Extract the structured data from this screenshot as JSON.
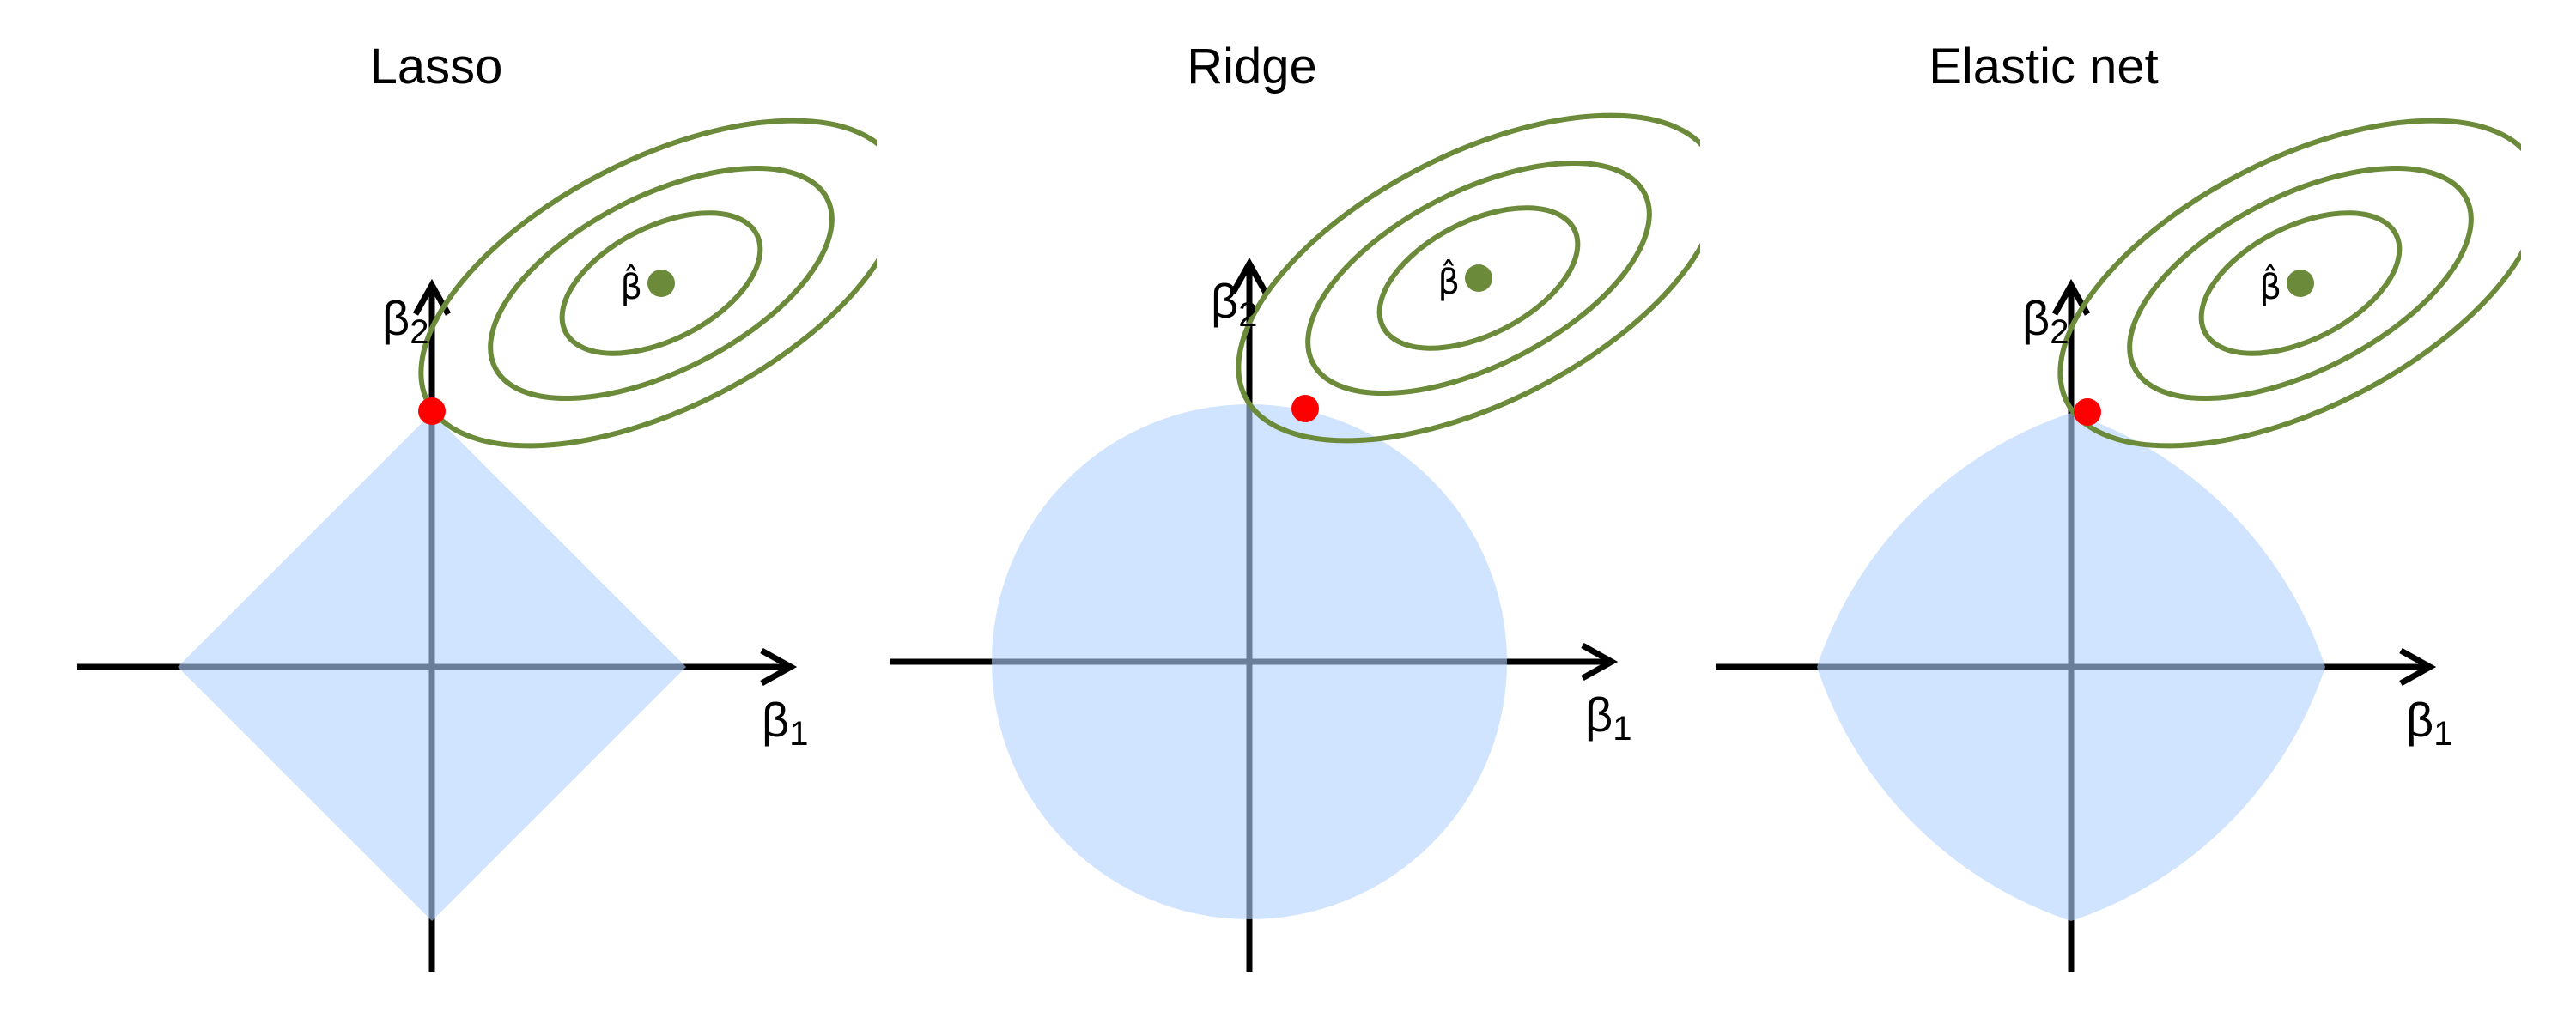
{
  "colors": {
    "constraint_fill": "#b0d1ff",
    "contour": "#6b8a3a",
    "estimate": "#6b8a3a",
    "solution_point": "#ff0000",
    "axis": "#000000",
    "background": "#ffffff"
  },
  "panels": [
    {
      "title": "Lasso",
      "shape": "l1-diamond",
      "x_axis": {
        "symbol": "β",
        "sub": "1"
      },
      "y_axis": {
        "symbol": "β",
        "sub": "2"
      },
      "estimate_label": "β̂"
    },
    {
      "title": "Ridge",
      "shape": "l2-circle",
      "x_axis": {
        "symbol": "β",
        "sub": "1"
      },
      "y_axis": {
        "symbol": "β",
        "sub": "2"
      },
      "estimate_label": "β̂"
    },
    {
      "title": "Elastic net",
      "shape": "elastic-net",
      "x_axis": {
        "symbol": "β",
        "sub": "1"
      },
      "y_axis": {
        "symbol": "β",
        "sub": "2"
      },
      "estimate_label": "β̂"
    }
  ]
}
